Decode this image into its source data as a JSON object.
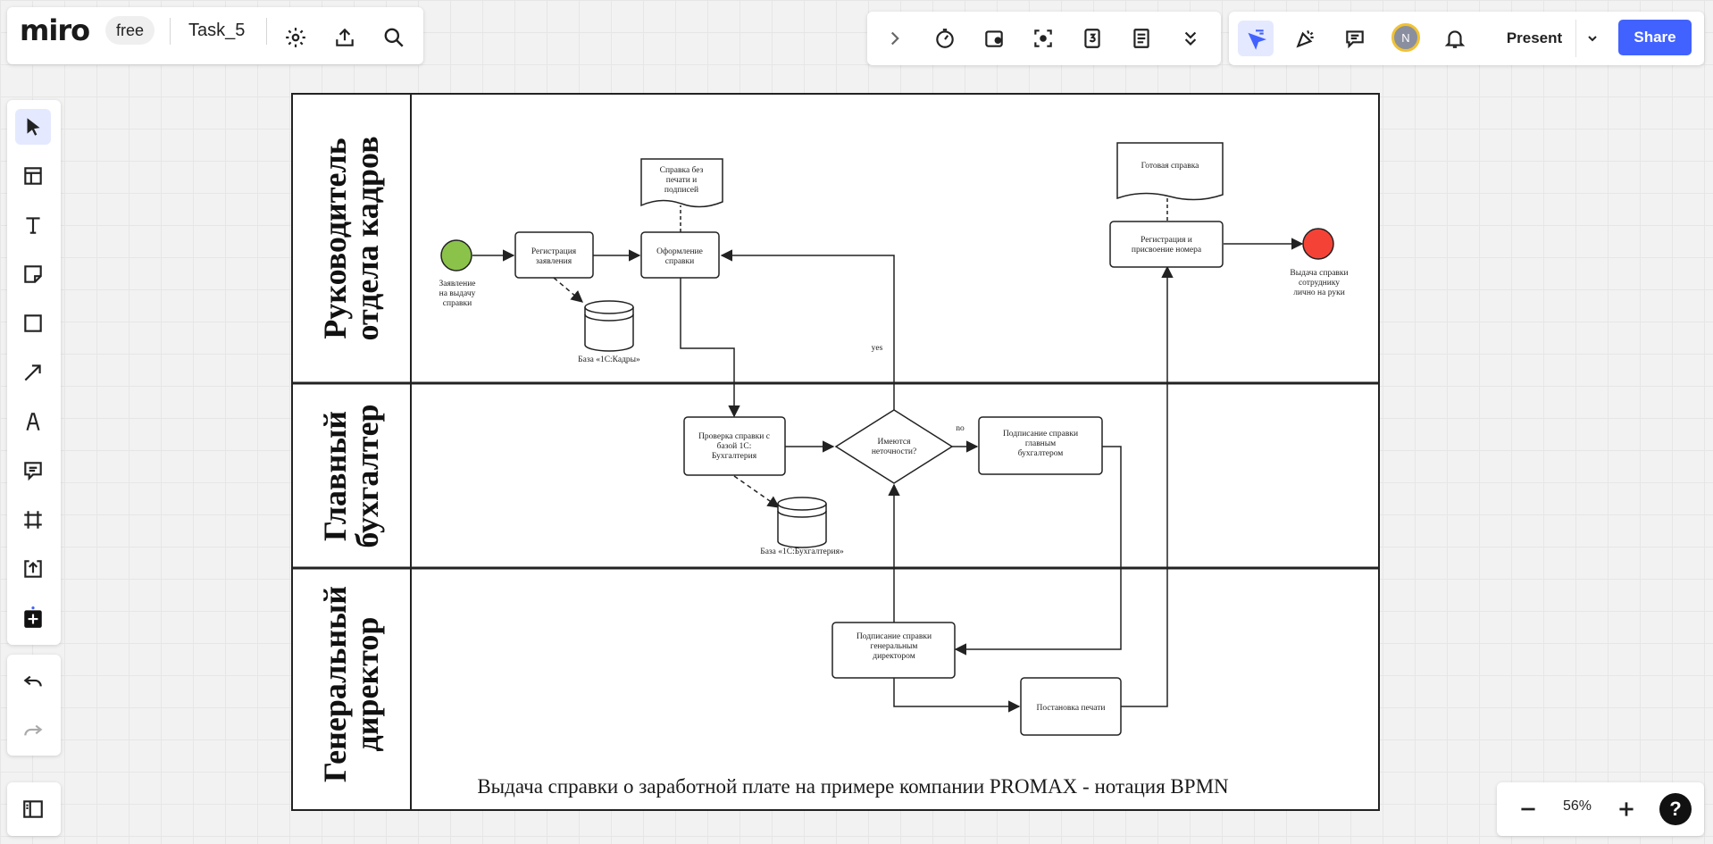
{
  "app": {
    "logo": "miro",
    "plan_badge": "free",
    "board_name": "Task_5"
  },
  "top_left_toolbar": {
    "icons": [
      "settings-icon",
      "upload-icon",
      "search-icon"
    ]
  },
  "top_center_toolbar": {
    "icons": [
      "chevron-right-icon",
      "timer-icon",
      "voting-icon",
      "focus-icon",
      "calendar-icon",
      "notes-icon",
      "more-icon"
    ]
  },
  "top_right_toolbar": {
    "avatar_initial": "N",
    "present_label": "Present",
    "share_label": "Share"
  },
  "left_toolbar": {
    "tools": [
      "select-tool",
      "templates-tool",
      "text-tool",
      "sticky-note-tool",
      "shape-tool",
      "arrow-tool",
      "pen-tool",
      "comment-tool",
      "frame-tool",
      "upload-tool",
      "more-apps-tool"
    ],
    "selected": "select-tool"
  },
  "history": {
    "tools": [
      "undo",
      "redo"
    ]
  },
  "zoom": {
    "value": "56%"
  },
  "help_label": "?",
  "diagram": {
    "lanes": [
      {
        "label_line1": "Руководитель",
        "label_line2": "отдела кадров"
      },
      {
        "label_line1": "Главный",
        "label_line2": "бухгалтер"
      },
      {
        "label_line1": "Генеральный",
        "label_line2": "директор"
      }
    ],
    "start_event_label": [
      "Заявление",
      "на выдачу",
      "справки"
    ],
    "end_event_label": [
      "Выдача справки",
      "сотруднику",
      "лично на руки"
    ],
    "tasks": {
      "registration": [
        "Регистрация",
        "заявления"
      ],
      "drafting": [
        "Оформление",
        "справки"
      ],
      "check": [
        "Проверка справки с",
        "базой 1С:",
        "Бухгалтерия"
      ],
      "sign_chief_accountant": [
        "Подписание справки",
        "главным",
        "бухгалтером"
      ],
      "sign_director": [
        "Подписание справки",
        "генеральным",
        "директором"
      ],
      "stamp": [
        "Постановка печати"
      ],
      "register_number": [
        "Регистрация и",
        "присвоение номера"
      ]
    },
    "documents": {
      "draft_doc": [
        "Справка без",
        "печати и",
        "подписей"
      ],
      "ready_doc": [
        "Готовая справка"
      ]
    },
    "databases": {
      "hr_db": "База «1С:Кадры»",
      "acc_db": "База «1С:Бухгалтерия»"
    },
    "gateway": {
      "label": [
        "Имеются",
        "неточности?"
      ],
      "yes": "yes",
      "no": "no"
    },
    "caption": "Выдача справки о заработной плате на примере компании PROMAX - нотация BPMN",
    "colors": {
      "start": "#8bc34a",
      "end": "#f44336",
      "line": "#222222"
    }
  }
}
